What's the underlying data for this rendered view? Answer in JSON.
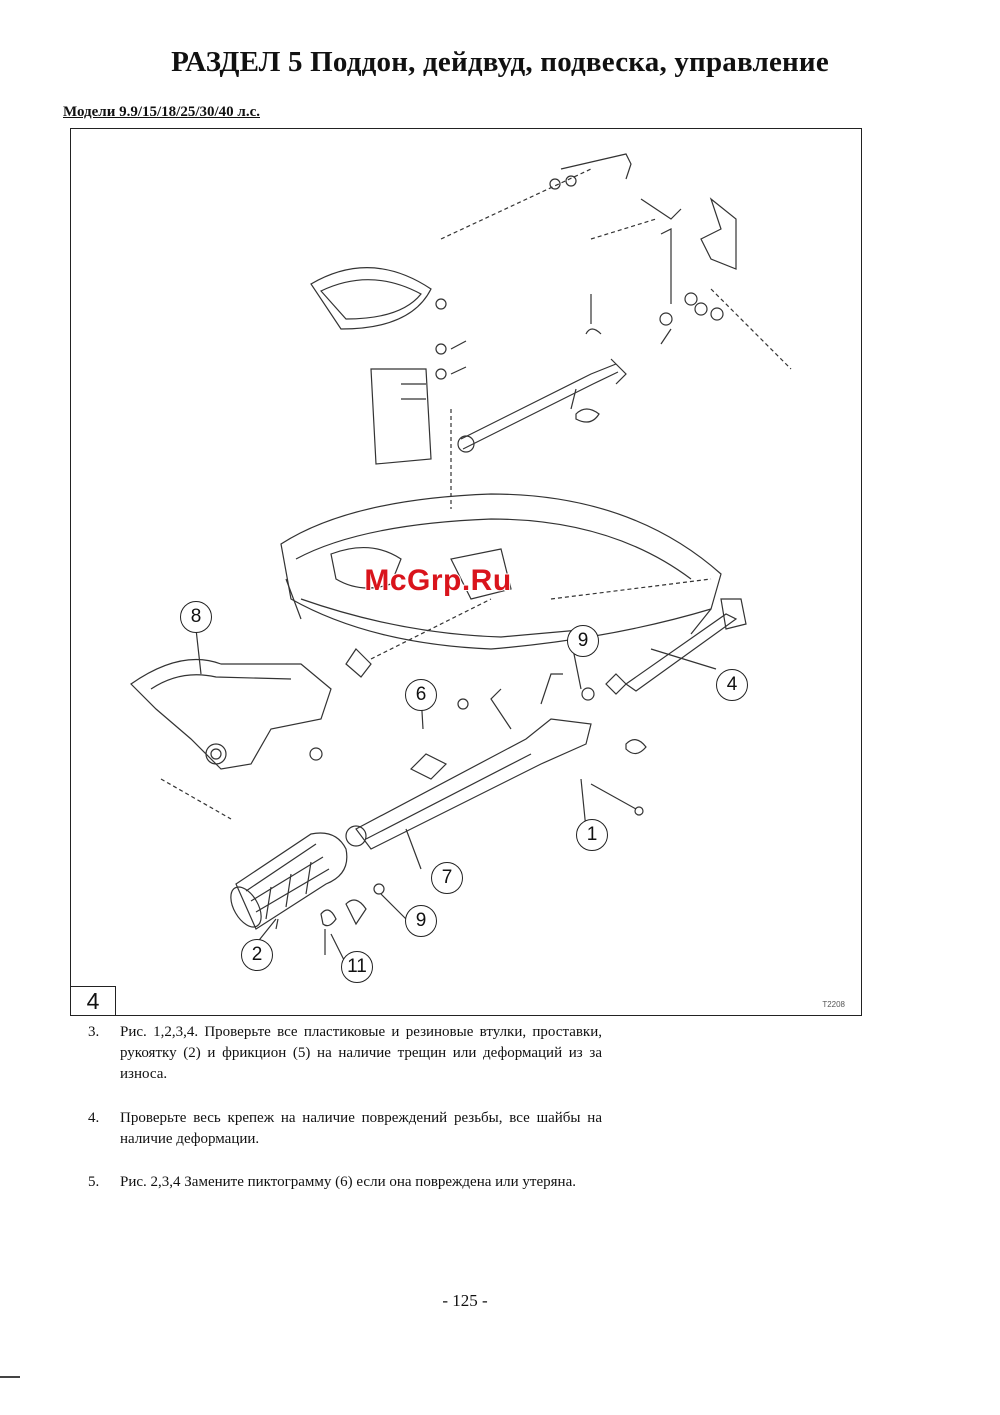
{
  "title": "РАЗДЕЛ  5  Поддон, дейдвуд, подвеска, управление",
  "subtitle": "Модели 9.9/15/18/25/30/40 л.с.",
  "figure": {
    "number": "4",
    "code": "T2208",
    "callouts": [
      "8",
      "9",
      "4",
      "6",
      "1",
      "7",
      "2",
      "9",
      "11"
    ]
  },
  "watermark": "McGrp.Ru",
  "instructions": [
    {
      "num": "3.",
      "text": "Рис. 1,2,3,4. Проверьте все пластиковые и резиновые втулки, проставки, рукоятку (2) и фрикцион (5) на наличие трещин или деформаций из за износа."
    },
    {
      "num": "4.",
      "text": "Проверьте весь крепеж на наличие повреждений резьбы, все шайбы на наличие деформации."
    },
    {
      "num": "5.",
      "text": "Рис. 2,3,4 Замените пиктограмму (6) если она повреждена или утеряна."
    }
  ],
  "page_number": "- 125 -"
}
